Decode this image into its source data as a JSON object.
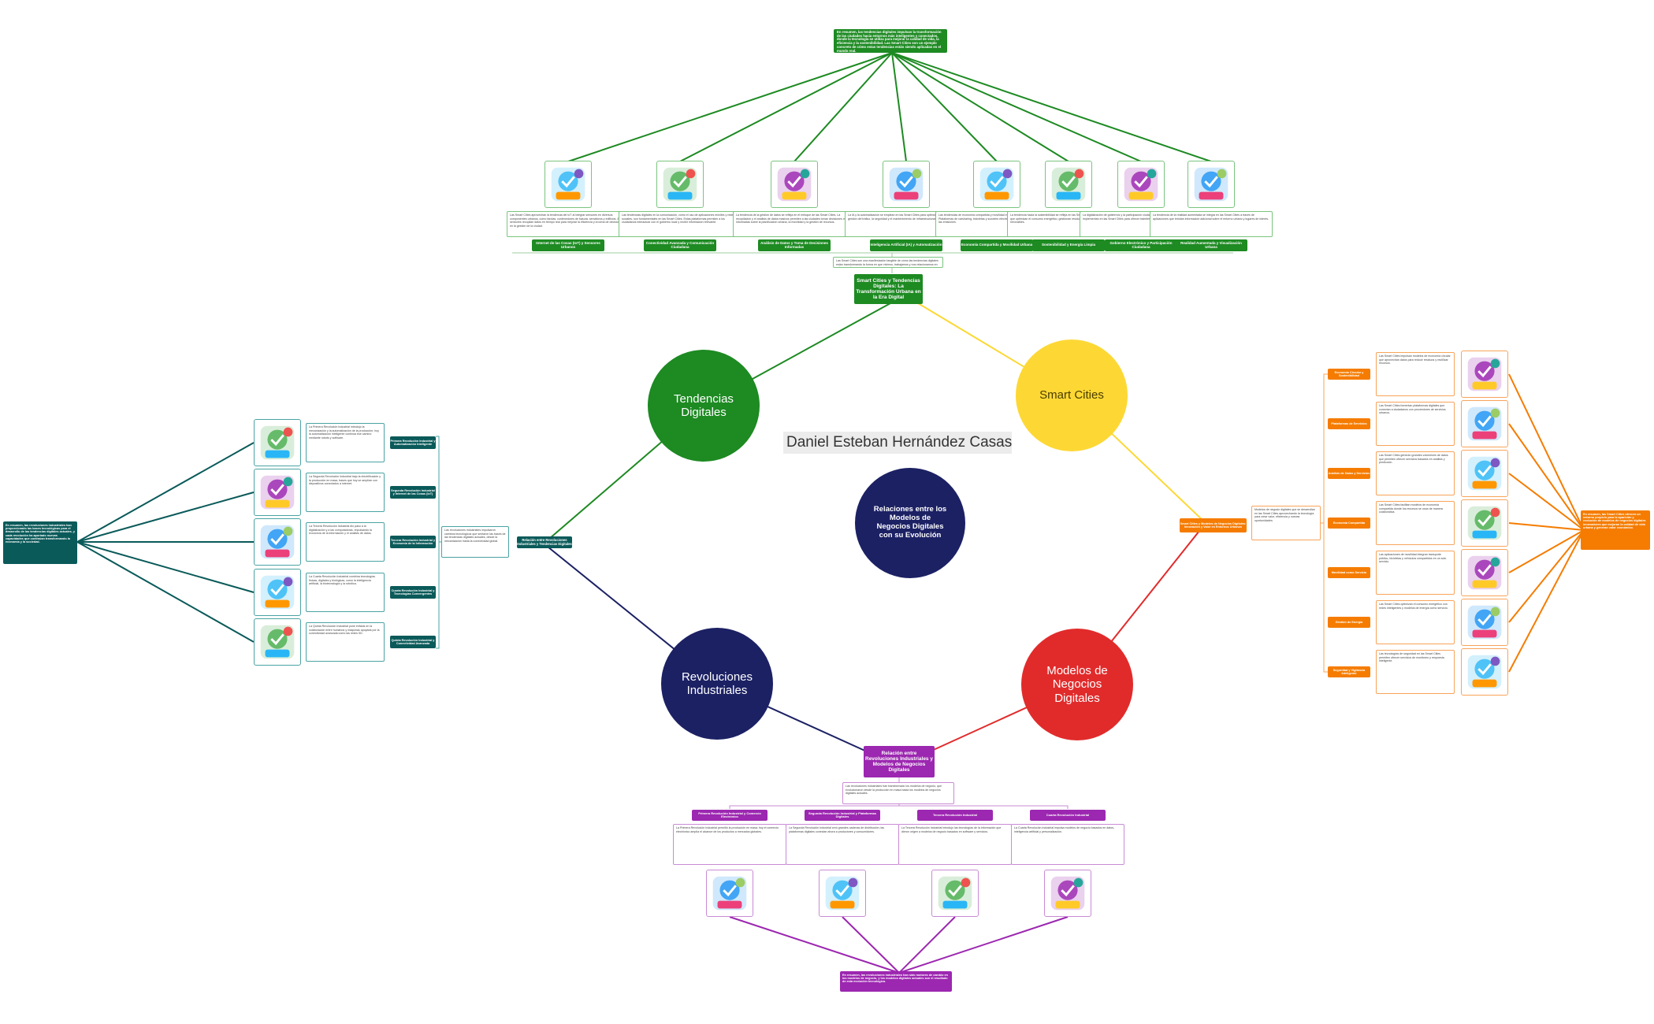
{
  "author": "Daniel Esteban Hernández Casas",
  "center": {
    "label": "Relaciones entre los Modelos de Negocios Digitales con su Evolución"
  },
  "hubs": {
    "tendencias": {
      "label": "Tendencias Digitales"
    },
    "smart": {
      "label": "Smart Cities"
    },
    "revoluciones": {
      "label": "Revoluciones Industriales"
    },
    "modelos": {
      "label": "Modelos de Negocios Digitales"
    }
  },
  "colors": {
    "green": "#1d8a22",
    "yellow": "#fdd835",
    "navy": "#1c2164",
    "red": "#e12b2b",
    "teal": "#0b5a5a",
    "orange": "#f57c00",
    "purple": "#9c27b0"
  },
  "top": {
    "title": "Smart Cities y Tendencias Digitales: La Transformación Urbana en la Era Digital",
    "conclusion": "En resumen, las tendencias digitales impulsan la transformación de las ciudades hacia entornos más inteligentes y conectados, donde la tecnología se utiliza para mejorar la calidad de vida, la eficiencia y la sostenibilidad. Las Smart Cities son un ejemplo concreto de cómo estas tendencias están siendo aplicadas en el mundo real.",
    "summary": "Las Smart Cities son una manifestación tangible de cómo las tendencias digitales están transformando la forma en que vivimos, trabajamos y nos relacionamos en entornos urbanos.",
    "items": [
      {
        "label": "Internet de las Cosas (IoT) y Sensores Urbanos",
        "icon": "smart-home-user-icon",
        "text": "Las Smart Cities aprovechan la tendencia del IoT al integrar sensores en diversos componentes urbanos, como farolas, contenedores de basura, semáforos y edificios. Estos sensores recopilan datos en tiempo real para mejorar la eficiencia y la toma de decisiones en la gestión de la ciudad."
      },
      {
        "label": "Conectividad Avanzada y Comunicación Ciudadana",
        "icon": "global-network-icon",
        "text": "Las tendencias digitales en la comunicación, como el uso de aplicaciones móviles y redes sociales, son fundamentales en las Smart Cities. Estas plataformas permiten a los ciudadanos interactuar con el gobierno local y recibir información relevante."
      },
      {
        "label": "Análisis de Datos y Toma de Decisiones Informadas",
        "icon": "analytics-dashboard-icon",
        "text": "La tendencia de la gestión de datos se refleja en el enfoque de las Smart Cities. La recopilación y el análisis de datos masivos permiten a las ciudades tomar decisiones más informadas sobre la planificación urbana, la movilidad y la gestión de recursos."
      },
      {
        "label": "Inteligencia Artificial (IA) y Automatización",
        "icon": "artificial-intelligence-icon",
        "text": "La IA y la automatización se emplean en las Smart Cities para optimizar servicios como la gestión del tráfico, la seguridad y el mantenimiento de infraestructuras."
      },
      {
        "label": "Economía Compartida y Movilidad Urbana",
        "icon": "electric-scooter-icon",
        "text": "Las tendencias de economía compartida y movilidad están presentes en las Smart Cities. Plataformas de carsharing, bicicletas y scooters eléctricos contribuyen a reducir el tráfico y las emisiones."
      },
      {
        "label": "Sostenibilidad y Energía Limpia",
        "icon": "co2-leaf-icon",
        "text": "La tendencia hacia la sostenibilidad se refleja en las Smart Cities, con tecnologías digitales que optimizan el consumo energético, gestionan residuos e impulsan las energías renovables."
      },
      {
        "label": "Gobierno Electrónico y Participación Ciudadana",
        "icon": "government-building-icon",
        "text": "La digitalización de gobiernos y la participación ciudadana en línea son tendencias que se implementan en las Smart Cities para ofrecer trámites digitales y consultas públicas."
      },
      {
        "label": "Realidad Aumentada y Visualización Urbana",
        "icon": "augmented-reality-phone-icon",
        "text": "La tendencia de la realidad aumentada se integra en las Smart Cities a través de aplicaciones que brindan información adicional sobre el entorno urbano y lugares de interés."
      }
    ]
  },
  "left": {
    "title": "Relación entre Revoluciones Industriales y Tendencias Digitales",
    "summary": "Las revoluciones industriales impulsaron cambios tecnológicos que sentaron las bases de las tendencias digitales actuales, desde la mecanización hasta la conectividad global.",
    "conclusion": "En resumen, las revoluciones industriales han proporcionado las bases tecnológicas para el desarrollo de las tendencias digitales actuales, y cada revolución ha aportado nuevas capacidades que continúan transformando la economía y la sociedad.",
    "items": [
      {
        "label": "Primera Revolución Industrial y Automatización Inteligente",
        "icon": "gear-automation-icon",
        "text": "La Primera Revolución Industrial introdujo la mecanización y la automatización de la producción; hoy la automatización inteligente continúa ese camino mediante robots y software."
      },
      {
        "label": "Segunda Revolución Industrial y Internet de las Cosas (IoT)",
        "icon": "iot-connectivity-icon",
        "text": "La Segunda Revolución Industrial trajo la electrificación y la producción en masa, bases que hoy se amplían con dispositivos conectados a internet."
      },
      {
        "label": "Tercera Revolución Industrial y Economía de la Información",
        "icon": "data-analysis-icon",
        "text": "La Tercera Revolución Industrial dio paso a la digitalización y a las computadoras, impulsando la economía de la información y el análisis de datos."
      },
      {
        "label": "Cuarta Revolución Industrial y Tecnologías Convergentes",
        "icon": "biotech-convergence-icon",
        "text": "La Cuarta Revolución Industrial combina tecnologías físicas, digitales y biológicas, como la inteligencia artificial, la biotecnología y la robótica."
      },
      {
        "label": "Quinta Revolución Industrial y Conectividad Avanzada",
        "icon": "5g-network-icon",
        "text": "La Quinta Revolución Industrial pone énfasis en la colaboración entre humanos y máquinas apoyada por la conectividad avanzada como las redes 5G."
      }
    ]
  },
  "right": {
    "title": "Smart Cities y Modelos de Negocios Digitales: Innovación y Valor en Entornos Urbanos",
    "summary": "Modelos de negocio digitales que se desarrollan en las Smart Cities aprovechando la tecnología para crear valor, eficiencia y nuevas oportunidades.",
    "conclusion": "En resumen, las Smart Cities ofrecen un entorno propicio para la aparición y evolución de modelos de negocios digitales innovadores que mejoran la calidad de vida urbana y generan valor económico.",
    "items": [
      {
        "label": "Economía Circular y Sostenibilidad",
        "icon": "recycling-truck-icon",
        "text": "Las Smart Cities impulsan modelos de economía circular que aprovechan datos para reducir residuos y reutilizar recursos."
      },
      {
        "label": "Plataformas de Servicios",
        "icon": "service-platform-icon",
        "text": "Las Smart Cities fomentan plataformas digitales que conectan a ciudadanos con proveedores de servicios urbanos."
      },
      {
        "label": "Análisis de Datos y Servicios",
        "icon": "data-magnifier-icon",
        "text": "Las Smart Cities generan grandes volúmenes de datos que permiten ofrecer servicios basados en análisis y predicción."
      },
      {
        "label": "Economía Compartida",
        "icon": "shared-economy-icon",
        "text": "Las Smart Cities facilitan modelos de economía compartida donde los recursos se usan de manera colaborativa."
      },
      {
        "label": "Movilidad como Servicio",
        "icon": "mobility-bus-icon",
        "text": "Las aplicaciones de movilidad integran transporte público, bicicletas y vehículos compartidos en un solo servicio."
      },
      {
        "label": "Gestión de Energía",
        "icon": "energy-grid-icon",
        "text": "Las Smart Cities optimizan el consumo energético con redes inteligentes y modelos de energía como servicio."
      },
      {
        "label": "Seguridad y Vigilancia Inteligente",
        "icon": "security-camera-icon",
        "text": "Las tecnologías de seguridad en las Smart Cities permiten ofrecer servicios de monitoreo y respuesta inteligente."
      }
    ]
  },
  "bottom": {
    "title": "Relación entre Revoluciones Industriales y Modelos de Negocios Digitales",
    "summary": "Las revoluciones industriales han transformado los modelos de negocio, que evolucionaron desde la producción en masa hasta los modelos de negocios digitales actuales.",
    "conclusion": "En resumen, las revoluciones industriales han sido motores de cambio en los modelos de negocio, y los modelos digitales actuales son el resultado de esta evolución tecnológica.",
    "items": [
      {
        "label": "Primera Revolución Industrial y Comercio Electrónico",
        "icon": "network-people-icon",
        "text": "La Primera Revolución Industrial permitió la producción en masa; hoy el comercio electrónico amplía el alcance de los productos a mercados globales."
      },
      {
        "label": "Segunda Revolución Industrial y Plataformas Digitales",
        "icon": "city-platform-icon",
        "text": "La Segunda Revolución Industrial creó grandes cadenas de distribución; las plataformas digitales conectan ahora a productores y consumidores."
      },
      {
        "label": "Tercera Revolución Industrial",
        "icon": "collaboration-handshake-icon",
        "text": "La Tercera Revolución Industrial introdujo las tecnologías de la información que dieron origen a modelos de negocio basados en software y servicios."
      },
      {
        "label": "Cuarta Revolución Industrial",
        "icon": "innovation-lightbulb-icon",
        "text": "La Cuarta Revolución Industrial impulsa modelos de negocio basados en datos, inteligencia artificial y personalización."
      }
    ]
  }
}
